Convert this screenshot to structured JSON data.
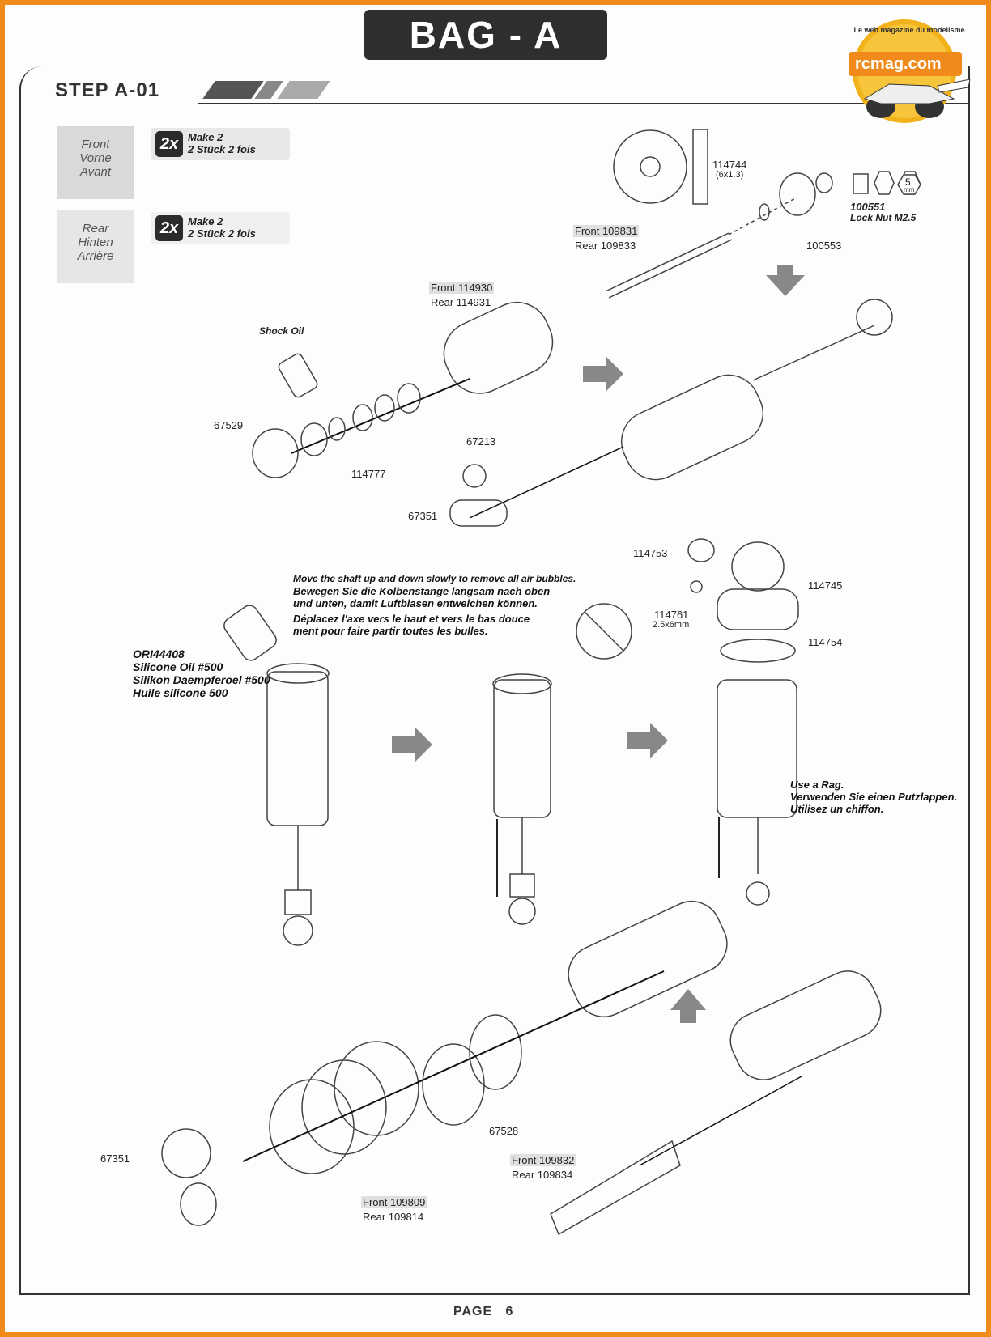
{
  "header": {
    "bag_title": "BAG - A",
    "step_title": "STEP A-01"
  },
  "logo": {
    "tagline": "Le web magazine du modelisme",
    "site": "rcmag.com"
  },
  "variants": [
    {
      "label_lines": [
        "Front",
        "Vorne",
        "Avant"
      ],
      "badge": "2x",
      "make_lines": [
        "Make 2",
        "2 Stück   2 fois"
      ]
    },
    {
      "label_lines": [
        "Rear",
        "Hinten",
        "Arrière"
      ],
      "badge": "2x",
      "make_lines": [
        "Make 2",
        "2 Stück   2 fois"
      ]
    }
  ],
  "parts": {
    "p114744": "114744",
    "p114744_size": "(6x1.3)",
    "p100551": "100551",
    "p100551_name": "Lock Nut M2.5",
    "wrench": "5",
    "wrench_unit": "mm",
    "shaft_front": "Front 109831",
    "shaft_rear": "Rear 109833",
    "p100553": "100553",
    "body_front": "Front 114930",
    "body_rear": "Rear 114931",
    "shock_oil": "Shock Oil",
    "p67529": "67529",
    "p114777": "114777",
    "p67213": "67213",
    "p67351_a": "67351",
    "p114753": "114753",
    "p114745": "114745",
    "p114761": "114761",
    "p114761_size": "2.5x6mm",
    "p114754": "114754",
    "p67528": "67528",
    "p67351_b": "67351",
    "spring_front": "Front 109809",
    "spring_rear": "Rear 109814",
    "tool_front": "Front 109832",
    "tool_rear": "Rear 109834"
  },
  "notes": {
    "oil": [
      "ORI44408",
      "Silicone Oil #500",
      "Silikon Daempferoel #500",
      "Huile silicone 500"
    ],
    "bleed": [
      "Move the shaft up and down slowly to remove all air bubbles.",
      "Bewegen Sie die Kolbenstange langsam nach oben",
      "und unten, damit Luftblasen entweichen können.",
      "Déplacez l'axe vers le haut et vers le bas douce",
      "ment pour faire partir toutes les bulles."
    ],
    "rag": [
      "Use a Rag.",
      "Verwenden Sie einen Putzlappen.",
      "Utilisez un chiffon."
    ]
  },
  "footer": {
    "page": "PAGE   6"
  },
  "colors": {
    "border": "#f08a1a",
    "header": "#2e2e2e",
    "accent_gray": "#d9d9d9"
  }
}
